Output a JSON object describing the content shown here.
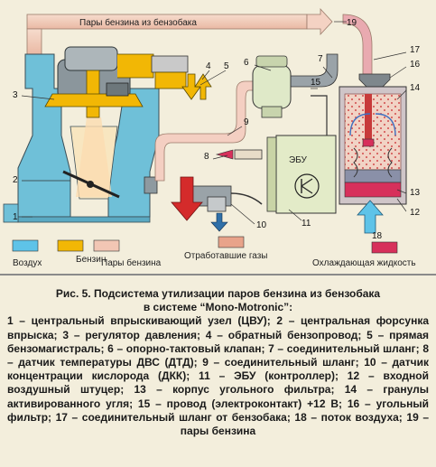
{
  "top_label": "Пары бензина из бензобака",
  "ecu_label": "ЭБУ",
  "callouts": [
    "1",
    "2",
    "3",
    "4",
    "5",
    "6",
    "7",
    "8",
    "9",
    "10",
    "11",
    "12",
    "13",
    "14",
    "15",
    "16",
    "17",
    "18",
    "19"
  ],
  "legend": {
    "air": "Воздух",
    "fuel": "Бензин",
    "fuel_vapor": "Пары бензина",
    "exhaust": "Отработавшие газы",
    "coolant": "Охлаждающая жидкость"
  },
  "colors": {
    "air": "#5ec3e8",
    "fuel": "#f2b705",
    "fuel_vapor": "#f2c6b4",
    "exhaust": "#e8a38a",
    "coolant": "#d7305b"
  },
  "caption": {
    "title_line1": "Рис. 5. Подсистема утилизации паров бензина из бензобака",
    "title_line2": "в системе “Mono-Motronic”:",
    "body": "1 – центральный впрыскивающий узел (ЦВУ); 2 – центральная форсунка впрыска; 3 – регулятор давления; 4 – обратный бензопровод; 5 – прямая бензомагистраль; 6 – опорно-тактовый клапан; 7 – соединительный шланг; 8 – датчик температуры ДВС (ДТД); 9 – соединительный шланг; 10 – датчик концентрации кислорода (ДКК); 11 – ЭБУ (контроллер); 12 – входной воздушный штуцер; 13 – корпус угольного фильтра; 14 – гранулы активированного угля; 15 – провод (электроконтакт) +12 В; 16 – угольный фильтр; 17 – соединительный шланг от бензобака; 18 – поток воздуха; 19 – пары бензина"
  }
}
